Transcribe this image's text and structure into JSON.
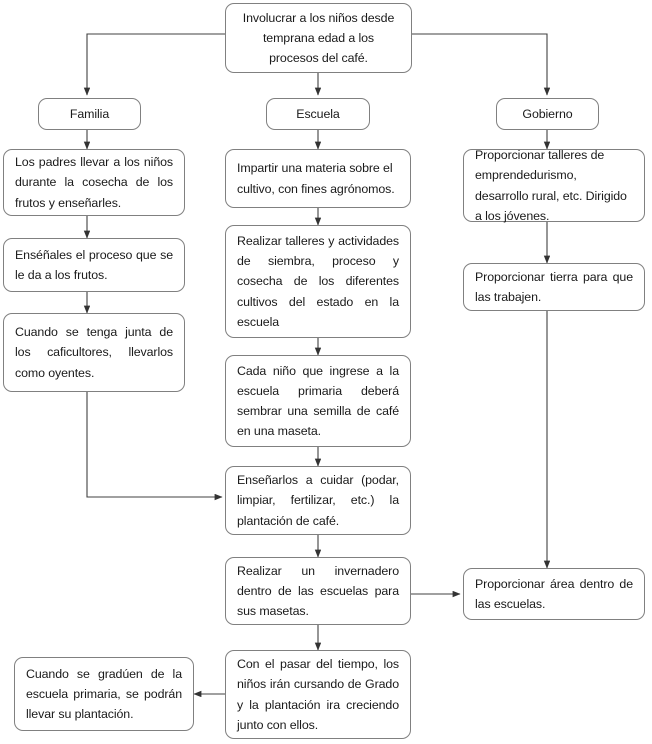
{
  "diagram": {
    "title_node": {
      "id": "involucrar-ninos",
      "text": "Involucrar a los niños desde temprana edad a los procesos del café."
    },
    "categories": [
      {
        "id": "familia",
        "label": "Familia"
      },
      {
        "id": "escuela",
        "label": "Escuela"
      },
      {
        "id": "gobierno",
        "label": "Gobierno"
      }
    ],
    "familia_steps": [
      {
        "id": "familia-1",
        "text": "Los padres llevar a los niños durante la cosecha de los frutos y enseñarles."
      },
      {
        "id": "familia-2",
        "text": "Enséñales el proceso que se le da a los frutos."
      },
      {
        "id": "familia-3",
        "text": "Cuando se tenga junta de los caficultores, llevarlos como oyentes."
      }
    ],
    "escuela_steps": [
      {
        "id": "escuela-1",
        "text": "Impartir una materia sobre el cultivo, con fines agrónomos."
      },
      {
        "id": "escuela-2",
        "text": "Realizar talleres y actividades de siembra, proceso y cosecha de los diferentes cultivos del estado en la escuela"
      },
      {
        "id": "escuela-3",
        "text": "Cada niño que ingrese a la escuela primaria deberá sembrar una semilla de café en una maseta."
      },
      {
        "id": "escuela-4",
        "text": "Enseñarlos a cuidar (podar, limpiar, fertilizar, etc.) la plantación de café."
      },
      {
        "id": "escuela-5",
        "text": "Realizar un invernadero dentro de las escuelas para sus masetas."
      },
      {
        "id": "escuela-6",
        "text": "Con el pasar del tiempo, los niños irán cursando de Grado y la plantación ira creciendo junto con ellos."
      }
    ],
    "gobierno_steps": [
      {
        "id": "gobierno-1",
        "text": "Proporcionar talleres de emprendedurismo, desarrollo rural, etc. Dirigido a los jóvenes."
      },
      {
        "id": "gobierno-2",
        "text": "Proporcionar tierra para que las trabajen."
      },
      {
        "id": "gobierno-3",
        "text": "Proporcionar área dentro de las escuelas."
      }
    ],
    "outcome_node": {
      "id": "graduacion",
      "text": "Cuando se gradúen de la escuela primaria, se podrán llevar su plantación."
    },
    "colors": {
      "box_border": "#808080",
      "connector": "#404040",
      "text": "#1a1a1a",
      "background": "#ffffff"
    }
  }
}
